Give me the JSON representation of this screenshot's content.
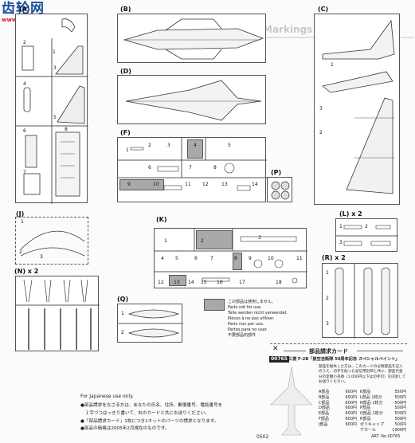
{
  "watermark": {
    "site_cn": "齿轮网",
    "site_url": "www.chilun.com"
  },
  "header_title": "Markings & Painting",
  "sections": {
    "A": "(A)",
    "B": "(B)",
    "C": "(C)",
    "D": "(D)",
    "F": "(F)",
    "P": "(P)",
    "J": "(J)",
    "K": "(K)",
    "L": "(L) x 2",
    "N": "(N) x 2",
    "Q": "(Q)",
    "R": "(R) x 2"
  },
  "part_numbers": {
    "a": [
      "1",
      "2",
      "3",
      "4",
      "5",
      "6",
      "7",
      "8"
    ],
    "c": [
      "1",
      "2",
      "3"
    ],
    "f": [
      "1",
      "2",
      "3",
      "4",
      "5",
      "6",
      "7",
      "8",
      "9",
      "10",
      "11",
      "12",
      "13",
      "14"
    ],
    "j": [
      "1",
      "2",
      "3"
    ],
    "k": [
      "1",
      "2",
      "3",
      "4",
      "5",
      "6",
      "7",
      "8",
      "9",
      "10",
      "11",
      "12",
      "13",
      "14",
      "15",
      "16",
      "17",
      "18"
    ],
    "l": [
      "1",
      "2",
      "3"
    ],
    "r": [
      "1",
      "2",
      "3"
    ],
    "q": [
      "1",
      "2"
    ]
  },
  "legend": {
    "lines": [
      "この部品は使用しません。",
      "Parts not for use.",
      "Teile werden nicht verwendet.",
      "Pièces à ne pas utiliser.",
      "Parts non per uso.",
      "Partes para no usar.",
      "不要部品的部件"
    ]
  },
  "order_card": {
    "scissor": "✕",
    "title": "部品請求カード",
    "code": "00765",
    "product": "三菱 F-2B「航空自衛隊 50周年記念 スペシャルペイント」",
    "desc": "部品を紛失した方は、このカードの必要部品を記入のうえ、切手を貼った返信用封筒と共に、部品代金分の定額小為替（1,000円以下は切手可）を同封してお送りください。",
    "rows_left": [
      {
        "name": "A部品",
        "price": "600円"
      },
      {
        "name": "B部品",
        "price": "600円"
      },
      {
        "name": "C部品",
        "price": "600円"
      },
      {
        "name": "D部品",
        "price": "600円"
      },
      {
        "name": "E部品",
        "price": "600円"
      },
      {
        "name": "F部品",
        "price": "600円"
      },
      {
        "name": "J部品",
        "price": "600円"
      }
    ],
    "rows_right": [
      {
        "name": "K部品",
        "qty": "",
        "price": "550円"
      },
      {
        "name": "L部品",
        "qty": "1枚分",
        "price": "500円"
      },
      {
        "name": "N部品",
        "qty": "1枚分",
        "price": "500円"
      },
      {
        "name": "P部品",
        "qty": "",
        "price": "500円"
      },
      {
        "name": "Q部品",
        "qty": "1枚分",
        "price": "500円"
      },
      {
        "name": "R部品",
        "qty": "",
        "price": "500円"
      },
      {
        "name": "ポリキャップ",
        "qty": "",
        "price": "500円"
      },
      {
        "name": "デカール",
        "qty": "",
        "price": "1900円"
      }
    ],
    "art_no": "ART. No.00765"
  },
  "japanese_note": {
    "heading": "For Japanese use only.",
    "lines": [
      "●部品請求をなさる方は、あなたの氏名、住所、郵便番号、電話番号を",
      "　１字づつはっきり書いて、右のカードと共にお送りください。",
      "●「部品請求カード」1枚につき1キットのパーツの請求となります。",
      "●部品の価格は2005年2月現在のものです。"
    ]
  },
  "footer_code": "0502"
}
